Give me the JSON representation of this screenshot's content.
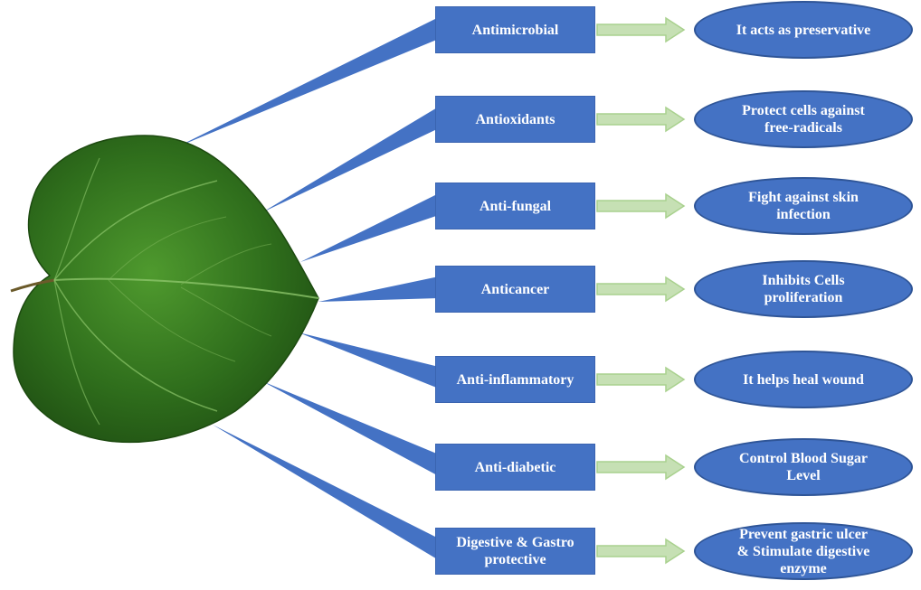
{
  "colors": {
    "box_fill": "#4472c4",
    "connector": "#4472c4",
    "arrow_fill": "#c6e0b4",
    "arrow_stroke": "#a9d18e",
    "leaf": "#2f6e1c"
  },
  "leaf": {
    "icon": "betel-leaf-icon"
  },
  "items": [
    {
      "property": "Antimicrobial",
      "effect": "It acts as preservative"
    },
    {
      "property": "Antioxidants",
      "effect": "Protect cells against\nfree-radicals"
    },
    {
      "property": "Anti-fungal",
      "effect": "Fight against skin\ninfection"
    },
    {
      "property": "Anticancer",
      "effect": "Inhibits Cells\nproliferation"
    },
    {
      "property": "Anti-inflammatory",
      "effect": "It helps heal wound"
    },
    {
      "property": "Anti-diabetic",
      "effect": "Control Blood Sugar\nLevel"
    },
    {
      "property": "Digestive & Gastro\nprotective",
      "effect": "Prevent gastric ulcer\n& Stimulate digestive\nenzyme"
    }
  ]
}
